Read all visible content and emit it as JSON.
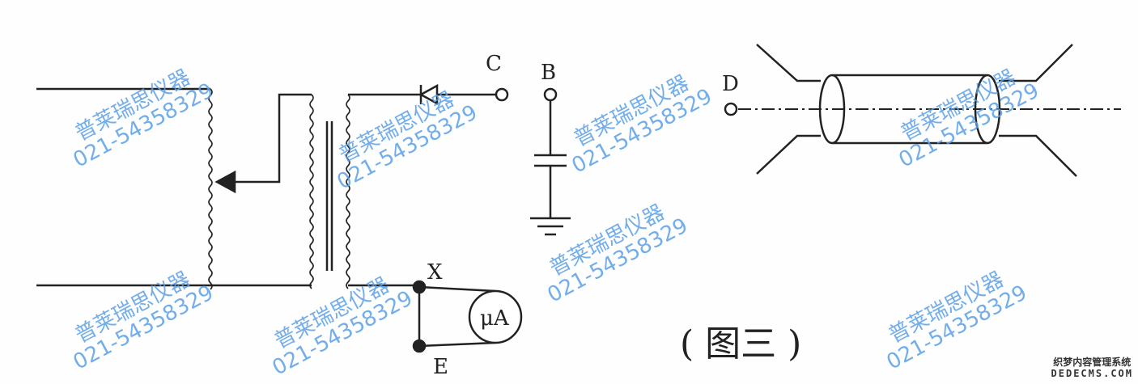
{
  "labels": {
    "C": "C",
    "B": "B",
    "D": "D",
    "X": "X",
    "E": "E",
    "meter": "μA"
  },
  "caption": "( 图三 )",
  "watermark": {
    "name": "普莱瑞思仪器",
    "phone": "021-54358329"
  },
  "logo": {
    "line1": "织梦内容管理系统",
    "line2": "DEDECMS.COM"
  }
}
